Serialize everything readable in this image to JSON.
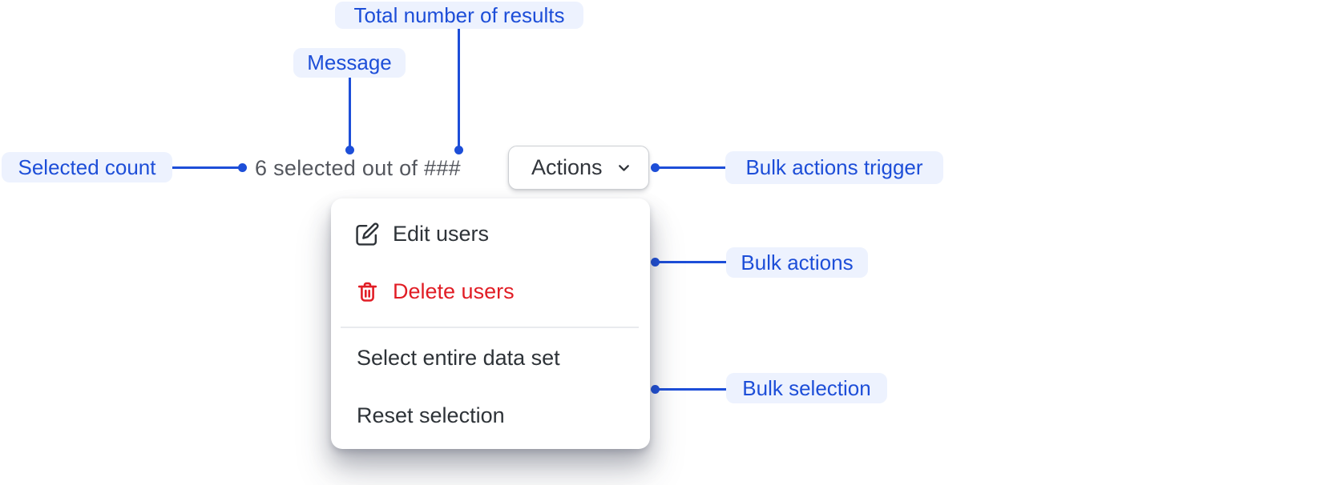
{
  "annotations": {
    "selected_count": {
      "label": "Selected count"
    },
    "message": {
      "label": "Message"
    },
    "total_results": {
      "label": "Total number of results"
    },
    "bulk_actions_trigger": {
      "label": "Bulk actions trigger"
    },
    "bulk_actions": {
      "label": "Bulk actions"
    },
    "bulk_selection": {
      "label": "Bulk selection"
    }
  },
  "bulk_bar": {
    "message": "6 selected out of ###",
    "actions_button_label": "Actions"
  },
  "menu": {
    "items": [
      {
        "label": "Edit users",
        "icon": "edit-icon",
        "variant": "default"
      },
      {
        "label": "Delete users",
        "icon": "trash-icon",
        "variant": "destructive"
      },
      {
        "label": "Select entire data set",
        "icon": "none",
        "variant": "default"
      },
      {
        "label": "Reset selection",
        "icon": "none",
        "variant": "default"
      }
    ]
  },
  "colors": {
    "annotation_blue": "#1d4ed8",
    "annotation_background": "#edf2fe",
    "destructive_red": "#e11d25",
    "menu_text": "#2e3338",
    "message_text": "#54575e"
  }
}
